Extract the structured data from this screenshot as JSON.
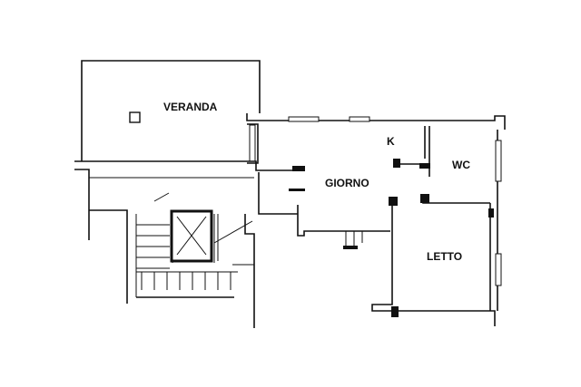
{
  "rooms": {
    "veranda": "VERANDA",
    "kitchen": "K",
    "giorno": "GIORNO",
    "wc": "WC",
    "letto": "LETTO"
  },
  "colors": {
    "ink": "#111111",
    "background": "#ffffff"
  }
}
